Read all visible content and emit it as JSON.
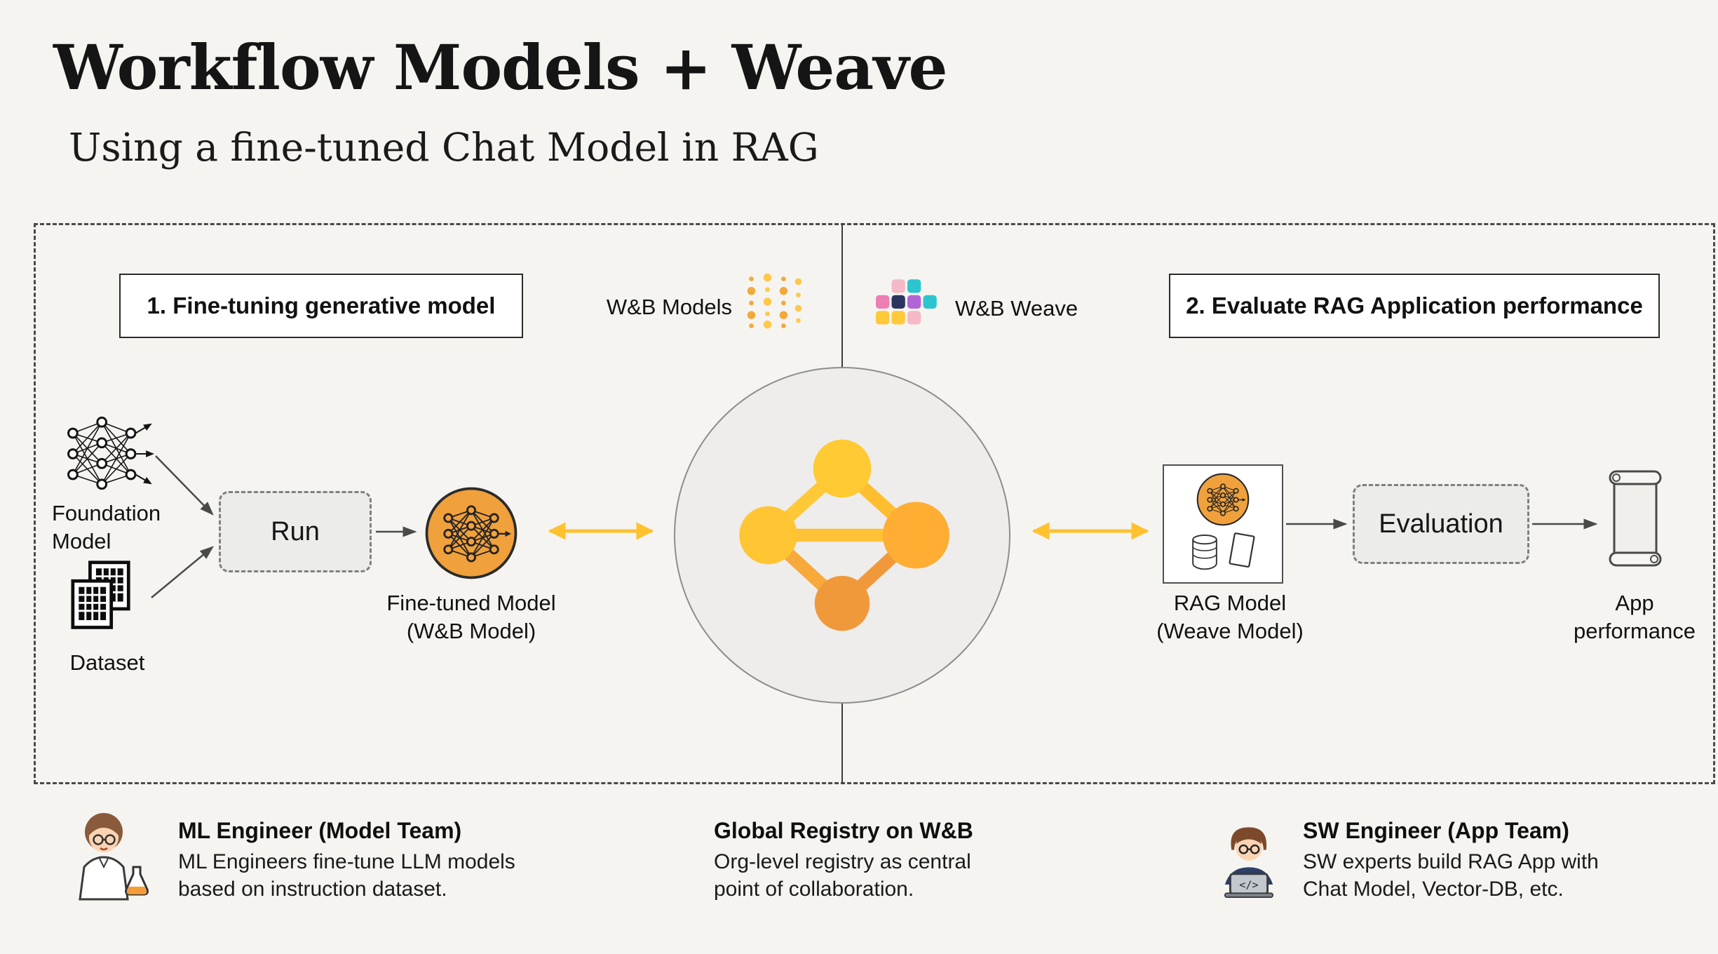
{
  "title": "Workflow Models + Weave",
  "subtitle": "Using a fine-tuned Chat Model in RAG",
  "colors": {
    "background": "#f5f4f1",
    "accent_yellow": "#ffc12e",
    "accent_orange": "#f59b38",
    "model_node_orange": "#f1a13b",
    "registry_circle_bg": "#eeedec"
  },
  "logos": {
    "models_label": "W&B Models",
    "weave_label": "W&B Weave"
  },
  "sections": {
    "left": {
      "heading": "1. Fine-tuning generative model",
      "foundation_label": "Foundation\nModel",
      "dataset_label": "Dataset",
      "run_label": "Run",
      "finetuned_label": "Fine-tuned Model\n(W&B Model)"
    },
    "right": {
      "heading": "2. Evaluate RAG Application performance",
      "rag_label": "RAG Model\n(Weave Model)",
      "evaluation_label": "Evaluation",
      "app_performance_label": "App\nperformance"
    }
  },
  "footer": {
    "ml": {
      "title": "ML Engineer (Model Team)",
      "desc": "ML Engineers fine-tune LLM models\nbased on instruction dataset."
    },
    "registry": {
      "title": "Global Registry on W&B",
      "desc": "Org-level registry as central\npoint of collaboration."
    },
    "sw": {
      "title": "SW Engineer (App Team)",
      "desc": "SW experts build RAG App with\nChat Model, Vector-DB, etc."
    }
  }
}
